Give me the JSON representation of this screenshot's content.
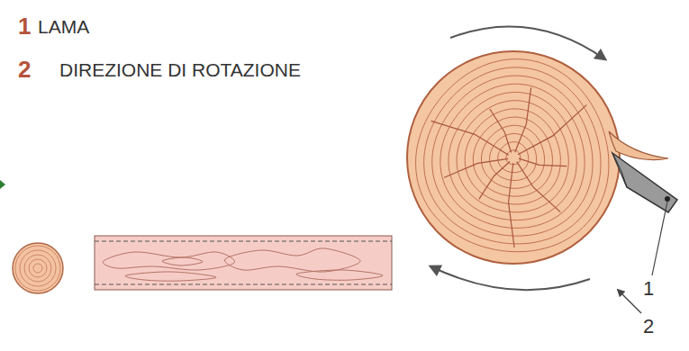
{
  "diagram": {
    "labels": [
      "1",
      "LAMA",
      "2",
      "DIREZIONE DI ROTAZIONE",
      "1",
      "2"
    ]
  }
}
